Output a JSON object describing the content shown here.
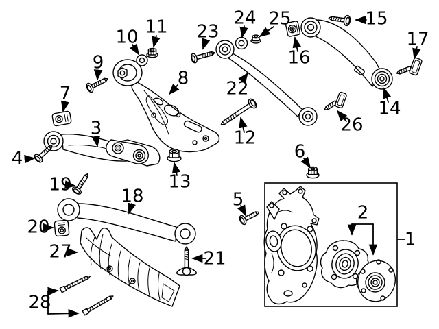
{
  "diagram": {
    "type": "exploded-parts-diagram",
    "background_color": "#ffffff",
    "line_color": "#000000",
    "callouts": [
      {
        "id": 1,
        "label": "1"
      },
      {
        "id": 2,
        "label": "2"
      },
      {
        "id": 3,
        "label": "3"
      },
      {
        "id": 4,
        "label": "4"
      },
      {
        "id": 5,
        "label": "5"
      },
      {
        "id": 6,
        "label": "6"
      },
      {
        "id": 7,
        "label": "7"
      },
      {
        "id": 8,
        "label": "8"
      },
      {
        "id": 9,
        "label": "9"
      },
      {
        "id": 10,
        "label": "10"
      },
      {
        "id": 11,
        "label": "11"
      },
      {
        "id": 12,
        "label": "12"
      },
      {
        "id": 13,
        "label": "13"
      },
      {
        "id": 14,
        "label": "14"
      },
      {
        "id": 15,
        "label": "15"
      },
      {
        "id": 16,
        "label": "16"
      },
      {
        "id": 17,
        "label": "17"
      },
      {
        "id": 18,
        "label": "18"
      },
      {
        "id": 19,
        "label": "19"
      },
      {
        "id": 20,
        "label": "20"
      },
      {
        "id": 21,
        "label": "21"
      },
      {
        "id": 22,
        "label": "22"
      },
      {
        "id": 23,
        "label": "23"
      },
      {
        "id": 24,
        "label": "24"
      },
      {
        "id": 25,
        "label": "25"
      },
      {
        "id": 26,
        "label": "26"
      },
      {
        "id": 27,
        "label": "27"
      },
      {
        "id": 28,
        "label": "28"
      }
    ]
  }
}
